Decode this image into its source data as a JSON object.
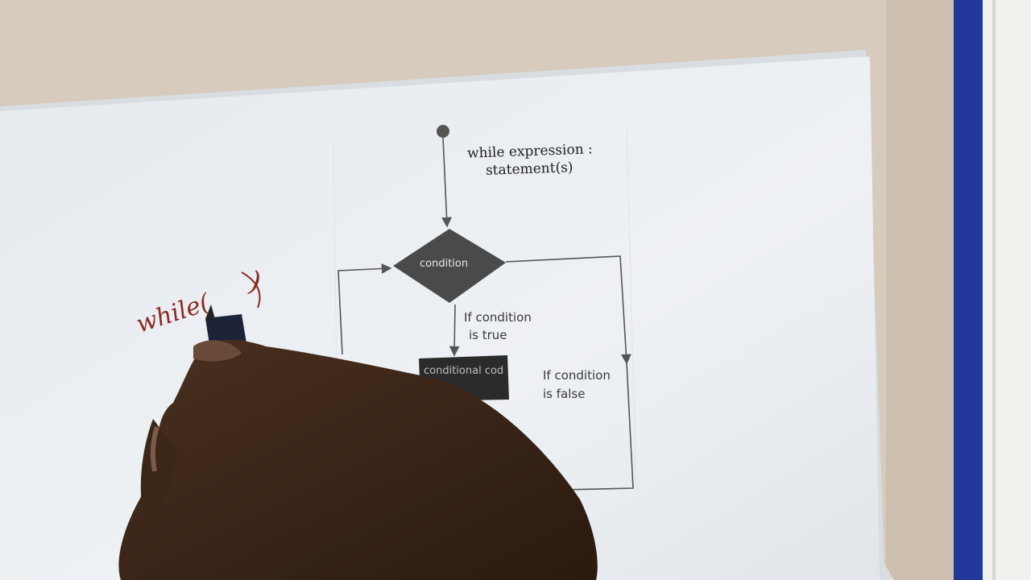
{
  "diagram": {
    "header_line1": "while expression :",
    "header_line2": "statement(s)",
    "decision_label": "condition",
    "true_branch_line1": "If condition",
    "true_branch_line2": "is true",
    "body_block_label": "conditional code",
    "false_branch_line1": "If condition",
    "false_branch_line2": "is false"
  },
  "handwriting": {
    "text": "while(",
    "closing_paren": ")"
  },
  "colors": {
    "table": "#d8cdbf",
    "paper": "#eceff3",
    "binder_blue": "#23389b",
    "diamond": "#4a4a4a",
    "block": "#2b2b2b",
    "ink": "#8a2b22",
    "skin": "#3a2619"
  }
}
